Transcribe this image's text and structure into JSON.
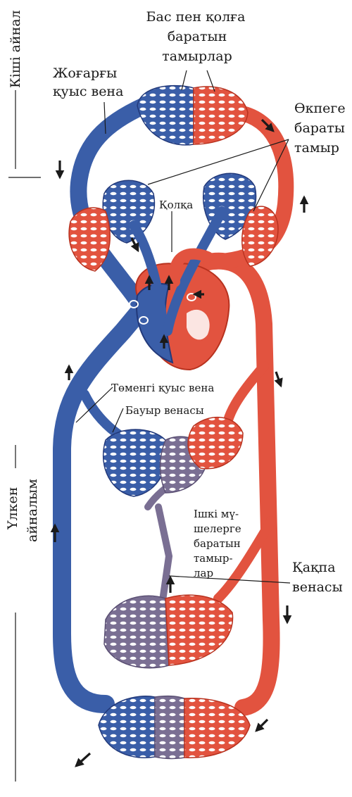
{
  "colors": {
    "artery": "#e2533f",
    "artery_dark": "#b8321f",
    "vein": "#3a5ea8",
    "vein_dark": "#22397a",
    "mixed": "#7a6f93",
    "text": "#1a1a1a"
  },
  "labels": {
    "pulmonary_circulation": "Кіші айнал",
    "head_arms_vessels": [
      "Бас пен қолға",
      "баратын",
      "тамырлар"
    ],
    "superior_vena_cava": [
      "Жоғарғы",
      "қуыс вена"
    ],
    "lung_vessels": [
      "Өкпеге",
      "бараты",
      "тамыр"
    ],
    "aorta": "Қолқа",
    "inferior_vena_cava": "Төменгі қуыс вена",
    "hepatic_vein": "Бауыр венасы",
    "systemic_circulation": [
      "Үлкен",
      "айналым"
    ],
    "internal_organ_vessels": [
      "Ішкі мү-",
      "шелерге",
      "баратын",
      "тамыр-",
      "лар"
    ],
    "portal_vein": [
      "Қақпа",
      "венасы"
    ]
  },
  "icons": [
    "arrow-icon"
  ]
}
